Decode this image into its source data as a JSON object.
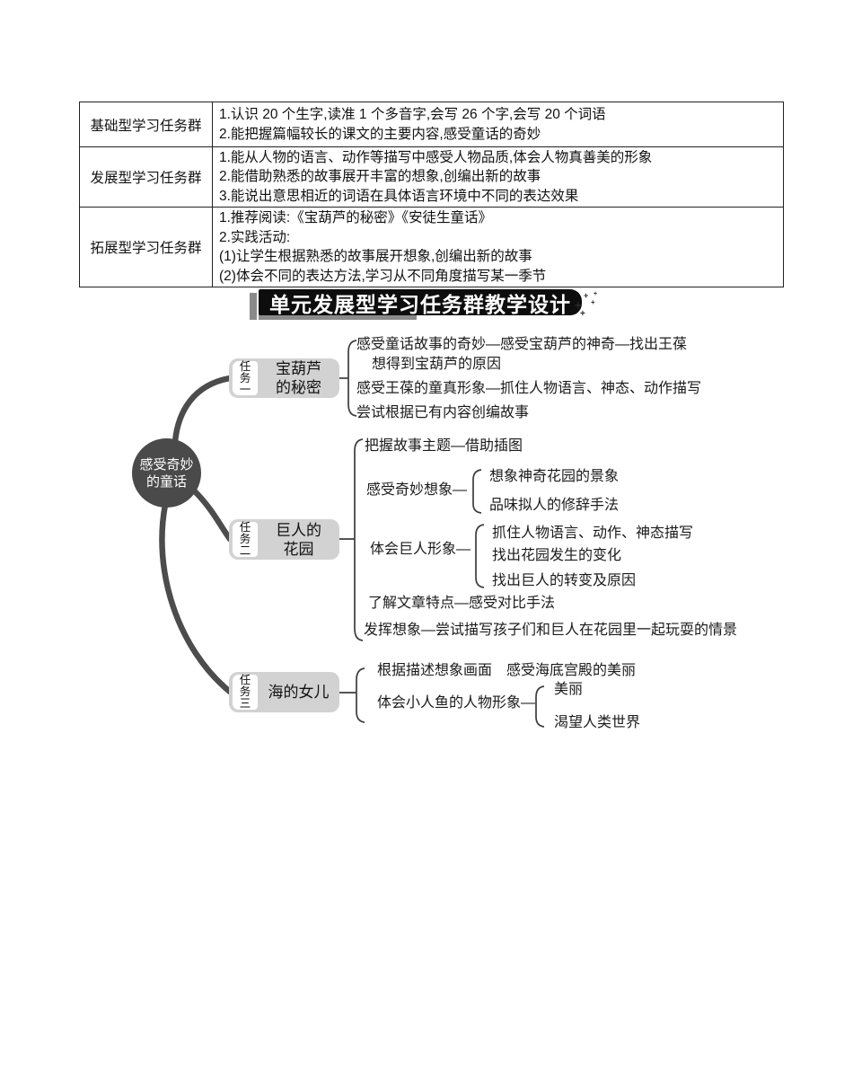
{
  "table": {
    "rows": [
      {
        "label": "基础型学习任务群",
        "lines": [
          "1.认识 20 个生字,读准 1 个多音字,会写 26 个字,会写 20 个词语",
          "2.能把握篇幅较长的课文的主要内容,感受童话的奇妙"
        ]
      },
      {
        "label": "发展型学习任务群",
        "lines": [
          "1.能从人物的语言、动作等描写中感受人物品质,体会人物真善美的形象",
          "2.能借助熟悉的故事展开丰富的想象,创编出新的故事",
          "3.能说出意思相近的词语在具体语言环境中不同的表达效果"
        ]
      },
      {
        "label": "拓展型学习任务群",
        "lines": [
          "1.推荐阅读:《宝葫芦的秘密》《安徒生童话》",
          "2.实践活动:",
          "(1)让学生根据熟悉的故事展开想象,创编出新的故事",
          "(2)体会不同的表达方法,学习从不同角度描写某一季节"
        ]
      }
    ]
  },
  "banner": {
    "title": "单元发展型学习任务群教学设计"
  },
  "icons": {
    "sparkle": "+"
  },
  "colors": {
    "banner_bg": "#0d0d0d",
    "banner_shadow": "#8a8a8a",
    "center_node": "#4a4a4a",
    "task_node": "#d2d2d2",
    "line": "#3c3c3c"
  },
  "mindmap": {
    "center": {
      "line1": "感受奇妙",
      "line2": "的童话"
    },
    "task1": {
      "tag": "任务一",
      "title_line1": "宝葫芦",
      "title_line2": "的秘密",
      "branch1a": "感受童话故事的奇妙—感受宝葫芦的神奇—找出王葆",
      "branch1b": "想得到宝葫芦的原因",
      "branch2": "感受王葆的童真形象—抓住人物语言、神态、动作描写",
      "branch3": "尝试根据已有内容创编故事"
    },
    "task2": {
      "tag": "任务二",
      "title_line1": "巨人的",
      "title_line2": "花园",
      "branch1": "把握故事主题—借助插图",
      "branch2": "感受奇妙想象—",
      "branch2_items": [
        "想象神奇花园的景象",
        "品味拟人的修辞手法"
      ],
      "branch3": "体会巨人形象—",
      "branch3_items": [
        "抓住人物语言、动作、神态描写",
        "找出花园发生的变化",
        "找出巨人的转变及原因"
      ],
      "branch4": "了解文章特点—感受对比手法",
      "branch5": "发挥想象—尝试描写孩子们和巨人在花园里一起玩耍的情景"
    },
    "task3": {
      "tag": "任务三",
      "title_line1": "海的女儿",
      "branch1": "根据描述想象画面　感受海底宫殿的美丽",
      "branch2": "体会小人鱼的人物形象—",
      "branch2_items": [
        "美丽",
        "渴望人类世界"
      ]
    }
  }
}
